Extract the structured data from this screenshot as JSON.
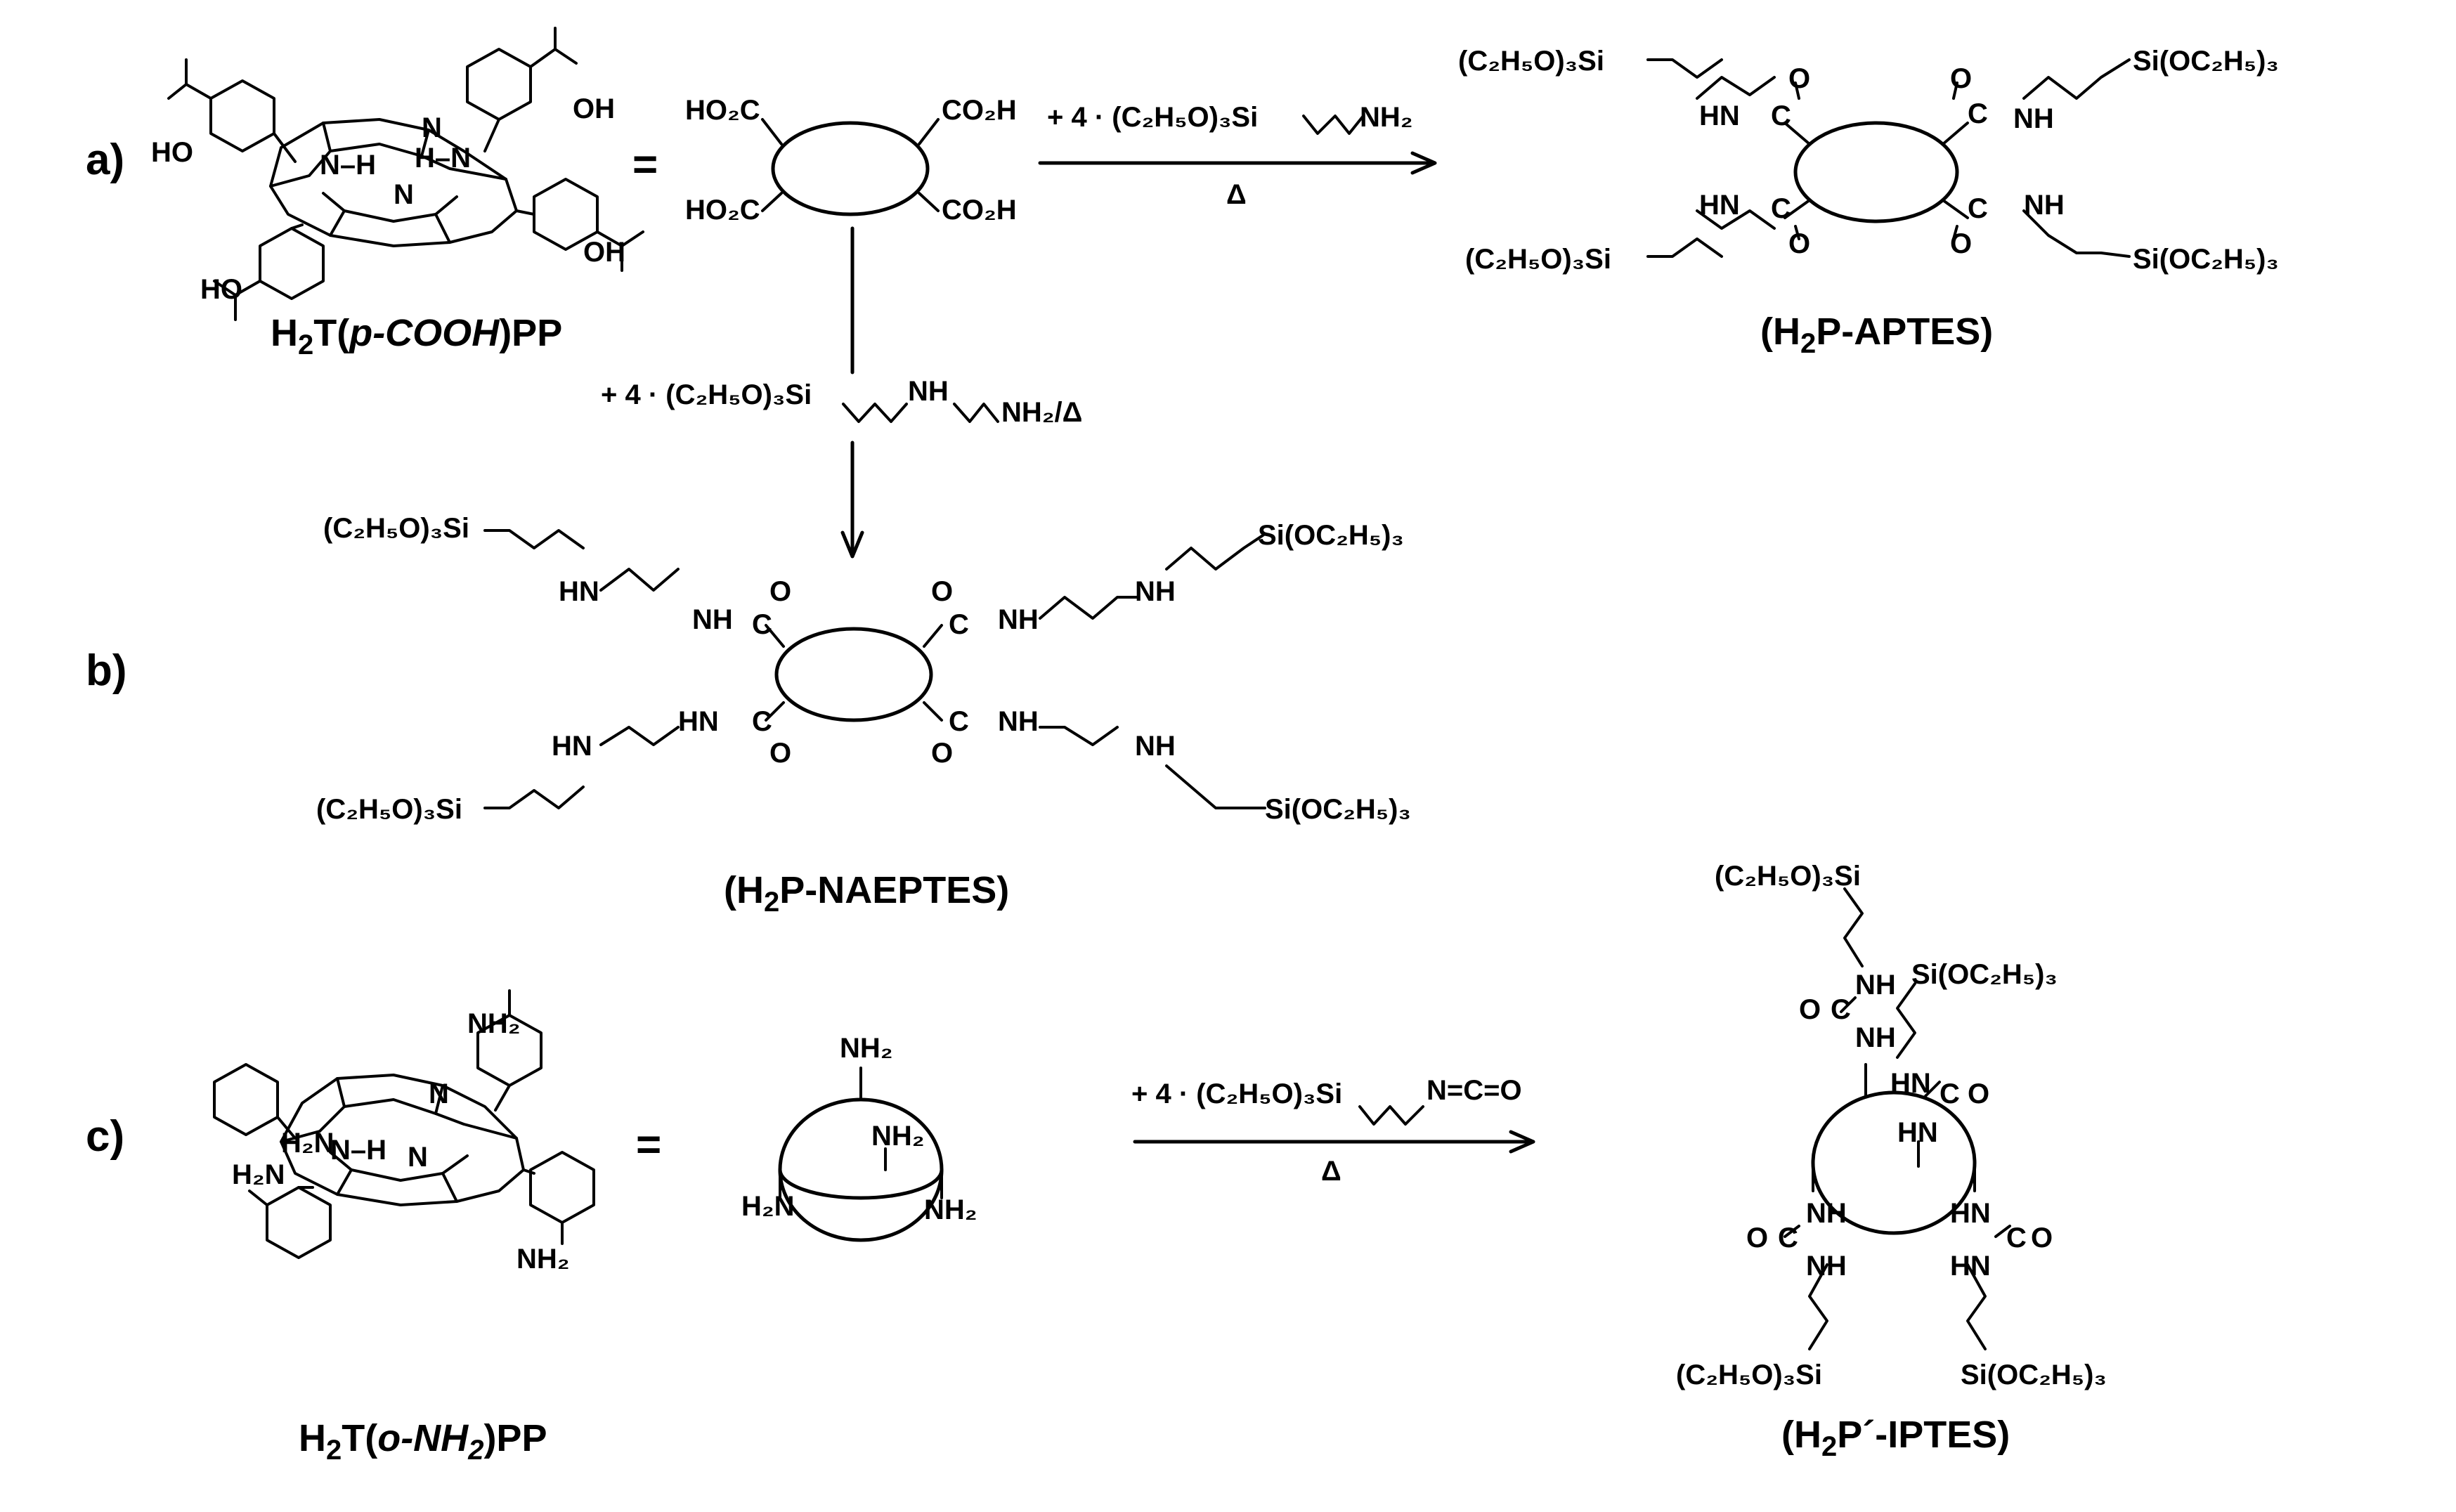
{
  "panels": {
    "a": "a)",
    "b": "b)",
    "c": "c)"
  },
  "names": {
    "p_cooh": {
      "h": "H",
      "two": "2",
      "t": "T(",
      "p": "p-COOH",
      "close": ")PP"
    },
    "o_nh2": {
      "h": "H",
      "two": "2",
      "t": "T(",
      "o": "o-NH",
      "two2": "2",
      "close": ")PP"
    },
    "aptes": {
      "open": "(H",
      "two": "2",
      "rest": "P-APTES)"
    },
    "naeptes": {
      "open": "(H",
      "two": "2",
      "rest": "P-NAEPTES)"
    },
    "iptes": {
      "open": "(H",
      "two": "2",
      "rest": "P´-IPTES)"
    }
  },
  "equals": "=",
  "groups": {
    "co2h": "CO₂H",
    "ho2c": "HO₂C",
    "nh2": "NH₂",
    "h2n": "H₂N",
    "si_left": "(C₂H₅O)₃Si",
    "si_right": "Si(OC₂H₅)₃",
    "nh": "NH",
    "hn": "HN",
    "c": "C",
    "o": "O",
    "ho": "HO",
    "oh": "OH",
    "n": "N",
    "nh_h": "N–H",
    "hn_h": "H–N",
    "h2n_short": "H₂N"
  },
  "reagents": {
    "aptes": {
      "text": "+ 4 · (C₂H₅O)₃Si",
      "end": "NH₂",
      "cond": "Δ"
    },
    "naeptes": {
      "text": "+ 4 · (C₂H₅O)₃Si",
      "mid": "NH",
      "end": "NH₂/Δ"
    },
    "iptes": {
      "text": "+ 4 · (C₂H₅O)₃Si",
      "end": "N=C=O",
      "cond": "Δ"
    }
  }
}
